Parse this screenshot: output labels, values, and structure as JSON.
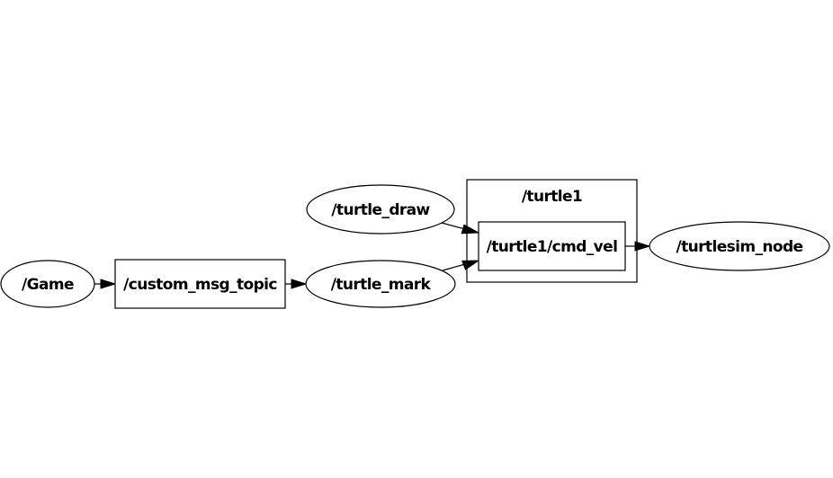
{
  "graph": {
    "nodes": {
      "game": "/Game",
      "custom_msg_topic": "/custom_msg_topic",
      "turtle_mark": "/turtle_mark",
      "turtle_draw": "/turtle_draw",
      "cmd_vel": "/turtle1/cmd_vel",
      "turtlesim_node": "/turtlesim_node"
    },
    "clusters": {
      "turtle1": "/turtle1"
    },
    "edges": [
      {
        "from": "/Game",
        "to": "/custom_msg_topic"
      },
      {
        "from": "/custom_msg_topic",
        "to": "/turtle_mark"
      },
      {
        "from": "/turtle_draw",
        "to": "/turtle1/cmd_vel"
      },
      {
        "from": "/turtle_mark",
        "to": "/turtle1/cmd_vel"
      },
      {
        "from": "/turtle1/cmd_vel",
        "to": "/turtlesim_node"
      }
    ]
  }
}
